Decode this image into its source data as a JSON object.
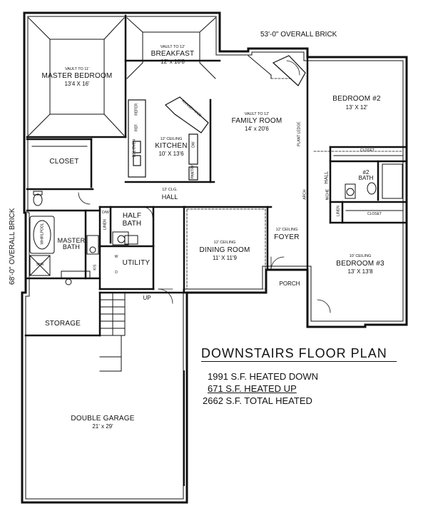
{
  "plan_title": "DOWNSTAIRS FLOOR PLAN",
  "overall_width": "53'-0\" OVERALL BRICK",
  "overall_depth": "68'-0\" OVERALL BRICK",
  "square_footage": {
    "heated_down": "1991 S.F. HEATED DOWN",
    "heated_up": "671 S.F. HEATED UP",
    "total": "2662 S.F. TOTAL HEATED"
  },
  "rooms": {
    "master_bedroom": {
      "note": "VAULT TO 11'",
      "name": "MASTER BEDROOM",
      "size": "13'4 X 16'"
    },
    "breakfast": {
      "note": "VAULT TO 12'",
      "name": "BREAKFAST",
      "size": "12' x 10'8"
    },
    "family_room": {
      "note": "VAULT TO 12'",
      "name": "FAMILY ROOM",
      "size": "14' x 20'6"
    },
    "bedroom2": {
      "name": "BEDROOM #2",
      "size": "13' X 12'"
    },
    "kitchen": {
      "note": "12' CEILING",
      "name": "KITCHEN",
      "size": "10' X 13'6"
    },
    "closet": {
      "name": "CLOSET"
    },
    "hall_main": {
      "note": "12' CLG.",
      "name": "HALL"
    },
    "half_bath": {
      "name": "HALF\nBATH"
    },
    "master_bath": {
      "name": "MASTER\nBATH"
    },
    "utility": {
      "name": "UTILITY"
    },
    "dining_room": {
      "note": "12' CEILING",
      "name": "DINING ROOM",
      "size": "11' X 11'9"
    },
    "foyer": {
      "note": "12' CEILING",
      "name": "FOYER"
    },
    "porch": {
      "name": "PORCH"
    },
    "bedroom3": {
      "note": "10' CEILING",
      "name": "BEDROOM #3",
      "size": "13' X 13'8"
    },
    "bath2": {
      "name": "#2\nBATH"
    },
    "closet_bed2": {
      "name": "CLOSET"
    },
    "closet_bed3": {
      "name": "CLOSET"
    },
    "storage": {
      "name": "STORAGE"
    },
    "garage": {
      "name": "DOUBLE GARAGE",
      "size": "21' x 29'"
    }
  },
  "small_labels": {
    "hall_right": "HALL",
    "plant_ledge": "PLANT LEDGE",
    "arch": "ARCH",
    "linen_bath": "LINEN",
    "linen_bed": "LINEN",
    "whirlpool": "WHIRLPOOL",
    "shower": "SHR",
    "up": "UP",
    "ks": "K/S",
    "dw": "D/W",
    "pantry": "PANTRY",
    "range": "RANGE/HOOD",
    "dw_kit": "DW",
    "refer": "REFER.",
    "dbl_oven": "DBL OVEN",
    "ref": "REF.",
    "niche": "NICHE",
    "d": "D",
    "w": "W"
  }
}
